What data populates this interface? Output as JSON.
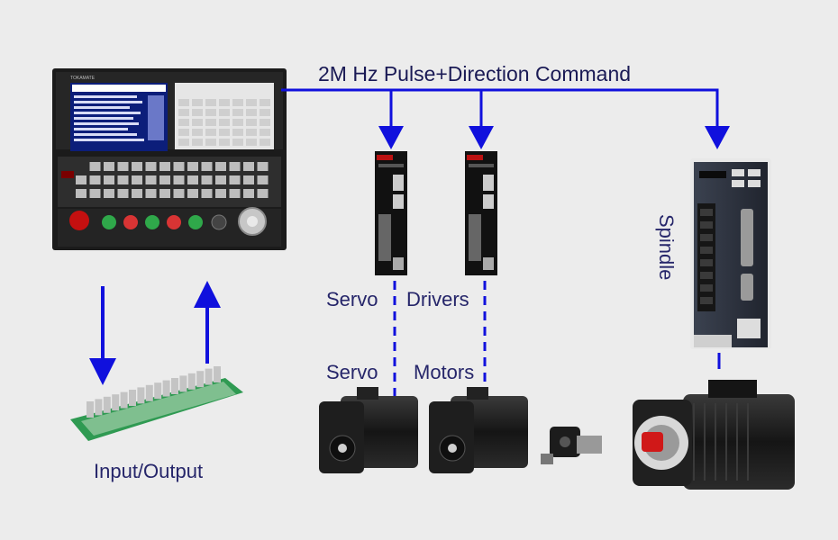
{
  "labels": {
    "command": "2M Hz Pulse+Direction Command",
    "servo_drivers_left": "Servo",
    "servo_drivers_right": "Drivers",
    "servo_motors_left": "Servo",
    "servo_motors_right": "Motors",
    "io": "Input/Output",
    "spindle": "Spindle"
  },
  "controller": {
    "brand": "TOKAMATE"
  },
  "colors": {
    "arrow": "#1010dd",
    "background": "#ececec",
    "label": "#26266a",
    "device_body": "#1b1b1b",
    "drive_body": "#2a3040",
    "relay_board": "#2f9a52",
    "spindle_cap": "#d01818"
  },
  "icons": {
    "controller": "cnc-controller-icon",
    "servo_driver": "servo-driver-icon",
    "spindle_driver": "spindle-drive-icon",
    "servo_motor": "servo-motor-icon",
    "encoder": "encoder-icon",
    "spindle_motor": "spindle-motor-icon",
    "io_board": "relay-board-icon"
  }
}
